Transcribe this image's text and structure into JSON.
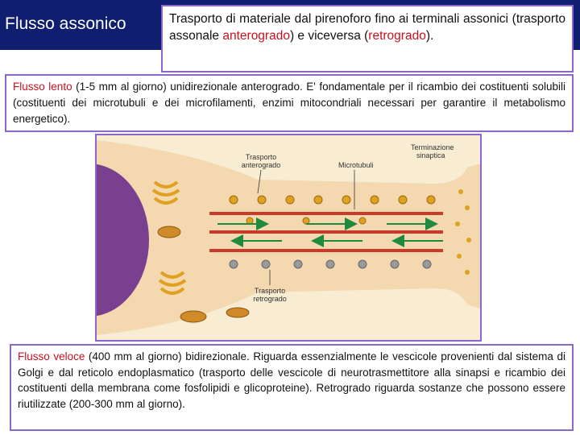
{
  "header": {
    "title": "Flusso assonico"
  },
  "intro": {
    "parts": [
      {
        "text": "Trasporto di materiale",
        "red": false
      },
      {
        "text": " dal pirenoforo fino ai terminali assonici (trasporto assonale ",
        "red": false
      },
      {
        "text": "anterogrado",
        "red": true
      },
      {
        "text": ") e viceversa (",
        "red": false
      },
      {
        "text": "retrogrado",
        "red": true
      },
      {
        "text": ").",
        "red": false
      }
    ]
  },
  "lento": {
    "lead": "Flusso lento",
    "text": " (1-5 mm al giorno) unidirezionale anterogrado. E' fondamentale per il ricambio dei costituenti solubili (costituenti dei microtubuli e dei microfilamenti, enzimi mitocondriali necessari per garantire il metabolismo energetico)."
  },
  "figure": {
    "labels": {
      "terminazione_line1": "Terminazione",
      "terminazione_line2": "sinaptica",
      "anterogrado_line1": "Trasporto",
      "anterogrado_line2": "anterogrado",
      "microtubuli": "Microtubuli",
      "retrogrado_line1": "Trasporto",
      "retrogrado_line2": "retrogrado"
    },
    "colors": {
      "background": "#f8ecd2",
      "nucleus": "#7a3f8e",
      "vesicle": "#e0a020",
      "arrow": "#1d8a3e",
      "microtubule": "#c83a2a"
    }
  },
  "veloce": {
    "lead": "Flusso veloce",
    "text": " (400 mm al giorno) bidirezionale. Riguarda essenzialmente le vescicole provenienti dal sistema di Golgi e dal reticolo endoplasmatico (trasporto delle vescicole di neurotrasmettitore alla sinapsi e ricambio dei costituenti della membrana come fosfolipidi e glicoproteine). Retrogrado riguarda sostanze che possono essere riutilizzate (200-300 mm al giorno)."
  }
}
